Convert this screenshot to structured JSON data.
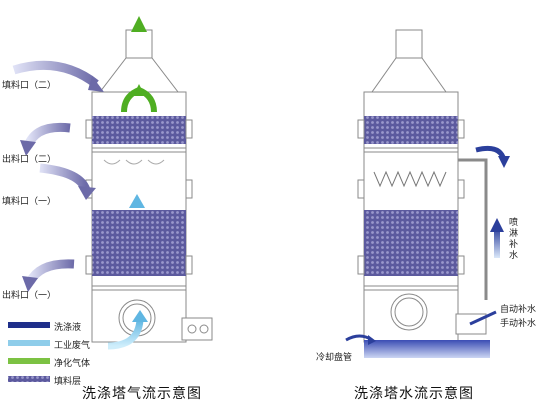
{
  "colors": {
    "washing_liquid": "#1f2f8a",
    "industrial_waste_gas": "#8fcdea",
    "purified_gas": "#7cc243",
    "packing_layer": "#6c6aa8"
  },
  "left": {
    "labels": {
      "fill_port_2": "填料口（二）",
      "outlet_2": "出料口（二）",
      "fill_port_1": "填料口（一）",
      "outlet_1": "出料口（一）"
    },
    "legend": [
      {
        "key": "washing_liquid",
        "label": "洗涤液"
      },
      {
        "key": "industrial_waste_gas",
        "label": "工业废气"
      },
      {
        "key": "purified_gas",
        "label": "净化气体"
      },
      {
        "key": "packing_layer",
        "label": "填料层"
      }
    ],
    "caption": "洗涤塔气流示意图"
  },
  "right": {
    "labels": {
      "spray_refill": "喷淋补水",
      "auto_refill": "自动补水",
      "manual_refill": "手动补水",
      "cooling_coil": "冷却盘管"
    },
    "caption": "洗涤塔水流示意图"
  }
}
